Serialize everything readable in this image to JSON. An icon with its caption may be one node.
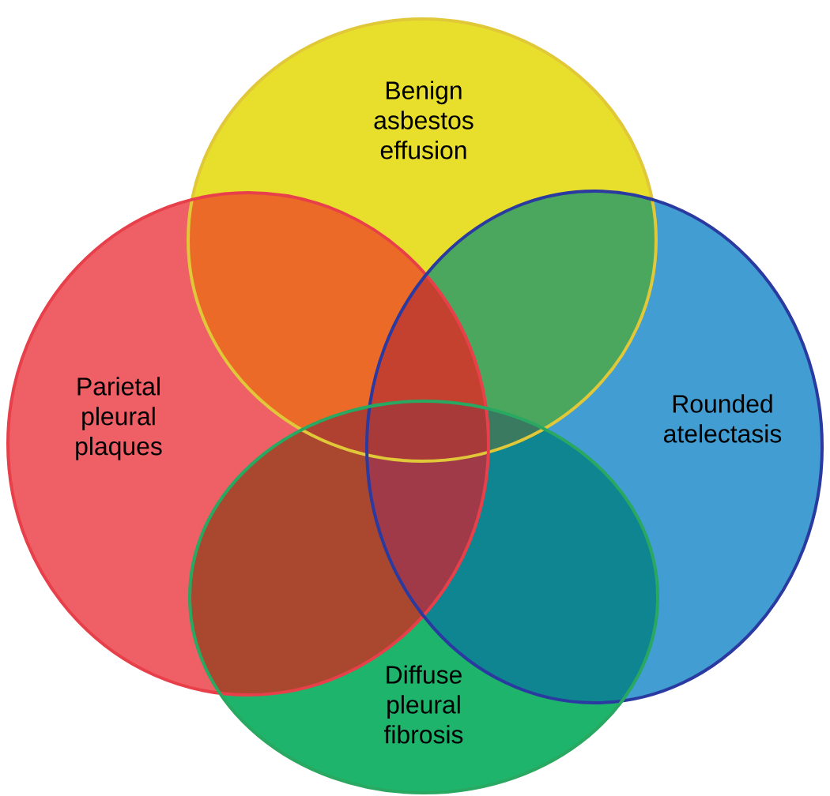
{
  "diagram": {
    "nodes": [
      {
        "text": [
          "Benign asbestos effusion"
        ]
      },
      {
        "text": [
          "Parietal pleural plaques"
        ]
      },
      {
        "text": [
          "Rounded atelectasis"
        ]
      },
      {
        "text": [
          "Diffuse pleural fibrosis"
        ]
      }
    ]
  }
}
